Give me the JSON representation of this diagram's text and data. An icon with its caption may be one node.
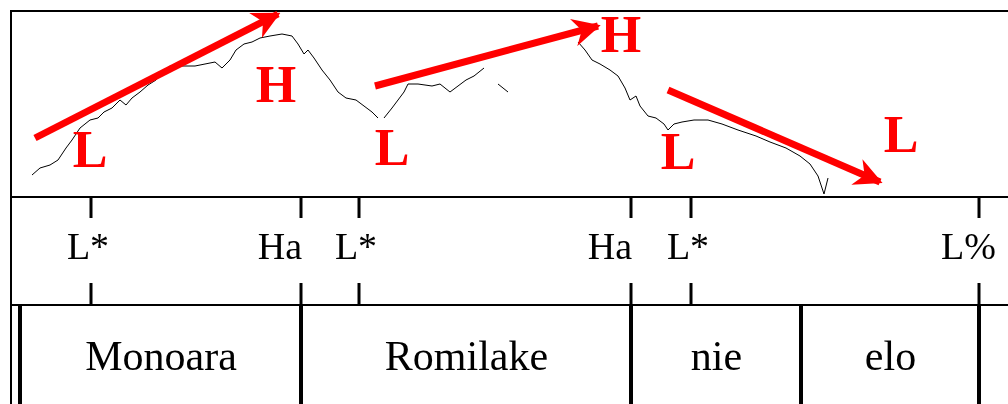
{
  "diagram": {
    "nodes": [
      {
        "text": [
          "Monoara"
        ]
      },
      {
        "text": [
          "Romilake"
        ]
      },
      {
        "text": [
          "nie"
        ]
      },
      {
        "text": [
          "elo"
        ]
      }
    ],
    "labels": [
      "L",
      "H",
      "L",
      "H",
      "L",
      "L",
      "L*",
      "Ha",
      "L*",
      "Ha",
      "L*",
      "L%"
    ]
  }
}
